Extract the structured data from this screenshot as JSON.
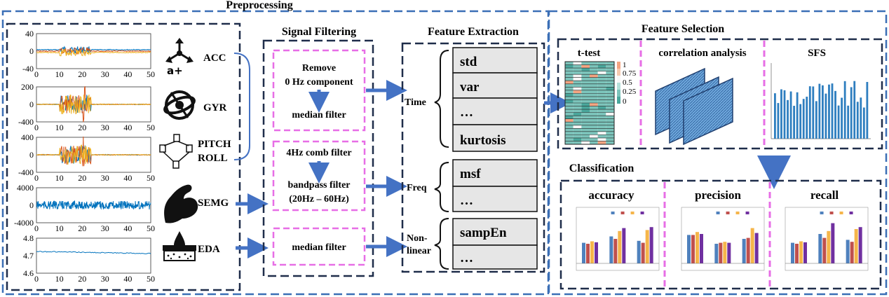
{
  "sections": {
    "preprocessing": "Preprocessing",
    "signal_filtering": "Signal Filtering",
    "feature_extraction": "Feature Extraction",
    "feature_selection": "Feature Selection",
    "classification": "Classification"
  },
  "signals": [
    {
      "label": "ACC",
      "y_ticks": [
        "40",
        "0",
        "-40"
      ]
    },
    {
      "label": "GYR",
      "y_ticks": [
        "200",
        "0",
        "-400"
      ]
    },
    {
      "label": "PITCH",
      "label2": "ROLL",
      "y_ticks": [
        "400",
        "0",
        "-400"
      ]
    },
    {
      "label": "SEMG",
      "y_ticks": [
        "4000",
        "0",
        "-4000"
      ]
    },
    {
      "label": "EDA",
      "y_ticks": [
        "4.8",
        "4.7",
        "4.6"
      ]
    }
  ],
  "x_ticks": [
    "0",
    "10",
    "20",
    "30",
    "40",
    "50"
  ],
  "filters": {
    "box1": [
      "Remove",
      "0 Hz component",
      "median filter"
    ],
    "box2": [
      "4Hz comb filter",
      "bandpass filter",
      "(20Hz – 60Hz)"
    ],
    "box3": [
      "median filter"
    ]
  },
  "features": {
    "time_label": "Time",
    "freq_label": "Freq",
    "nonlinear_label": [
      "Non-",
      "linear"
    ],
    "time": [
      "std",
      "var",
      "…",
      "kurtosis"
    ],
    "freq": [
      "msf",
      "…"
    ],
    "nonlinear": [
      "sampEn",
      "…"
    ]
  },
  "selection": {
    "ttest": "t-test",
    "correlation": "correlation analysis",
    "sfs": "SFS",
    "colorbar_ticks": [
      "1",
      "0.75",
      "0.5",
      "0.25",
      "0"
    ]
  },
  "classification_panels": [
    "accuracy",
    "precision",
    "recall"
  ],
  "colors": {
    "dashed_blue": "#3b6fb6",
    "dashed_dark": "#1f2d4a",
    "pink": "#e76ee6",
    "arrow": "#4472c4",
    "feature_box": "#e6e6e6",
    "plot_line": "#0072bd",
    "bars": [
      "#4f81bd",
      "#c0504d",
      "#f5b54a",
      "#7030a0"
    ]
  }
}
